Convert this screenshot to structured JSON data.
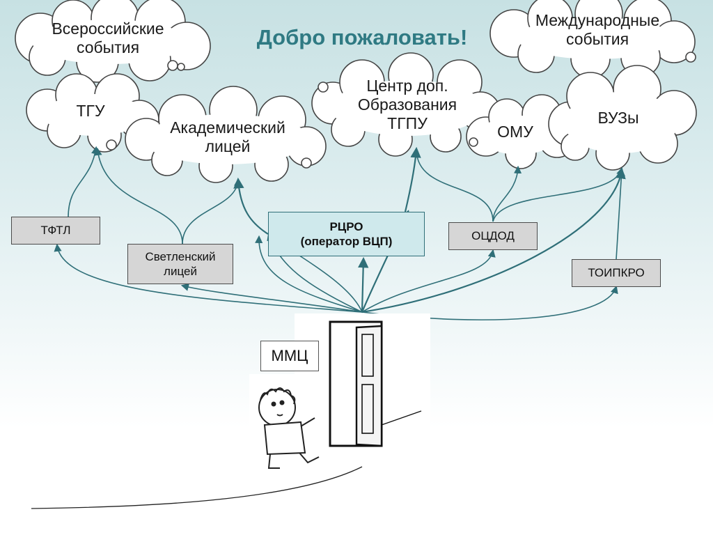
{
  "page": {
    "title": "Добро пожаловать!"
  },
  "clouds": {
    "vseross": "Всероссийские\nсобытия",
    "mezhdunar": "Международные\nсобытия",
    "tgu": "ТГУ",
    "akad": "Академический\nлицей",
    "centr": "Центр доп.\nОбразования\nТГПУ",
    "omu": "ОМУ",
    "vuzy": "ВУЗы"
  },
  "boxes": {
    "tftl": "ТФТЛ",
    "svetl": "Светленский\nлицей",
    "rcro": "РЦРО\n(оператор ВЦП)",
    "ocdod": "ОЦДОД",
    "toipkro": "ТОИПКРО",
    "mmc": "ММЦ"
  },
  "colors": {
    "title": "#2f7a83",
    "arrows": "#2f6f78",
    "hub_fill": "#cfe9ec",
    "box_fill": "#d6d6d6",
    "background_top": "#c7e1e3"
  },
  "illustration": {
    "door": "door-icon",
    "child": "child-icon"
  }
}
